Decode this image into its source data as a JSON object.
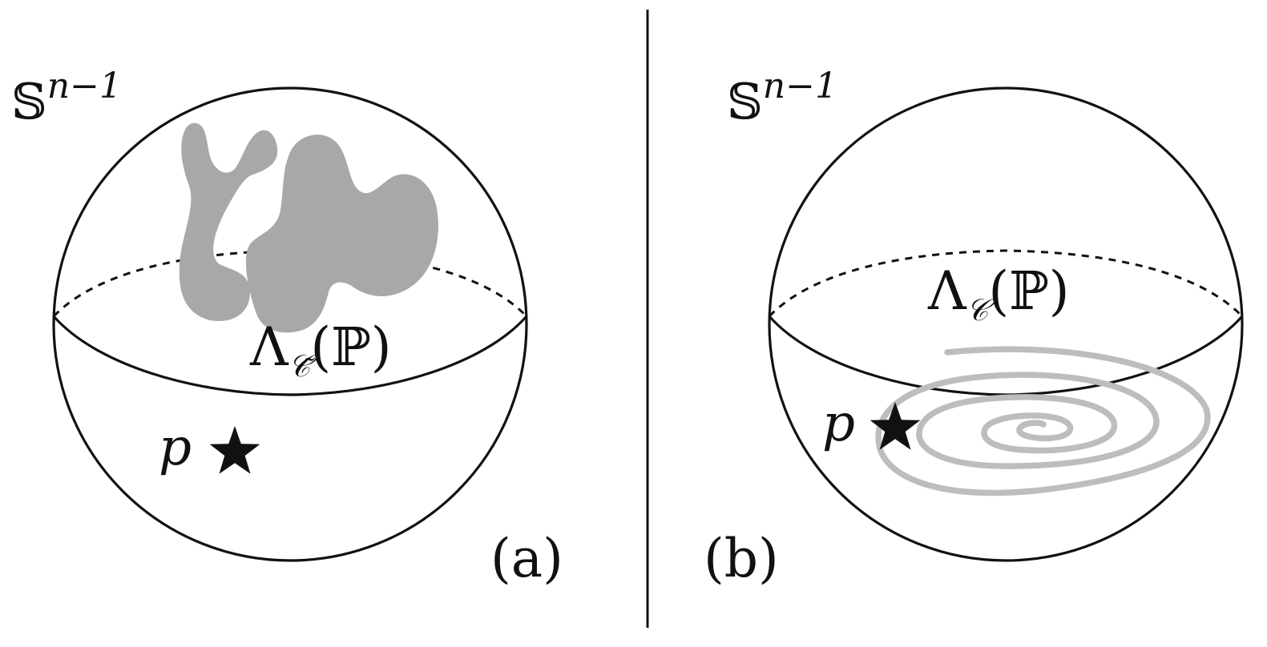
{
  "figure": {
    "panels": [
      {
        "id": "a",
        "tag": "(a)",
        "sphere_label_base": "𝕊",
        "sphere_label_exp": "n−1",
        "region_label_lambda": "Λ",
        "region_label_sub": "𝒞̃",
        "region_label_arg": "(ℙ)",
        "point_label": "p",
        "region_style": "gray-blob",
        "region_color": "#a8a8a8"
      },
      {
        "id": "b",
        "tag": "(b)",
        "sphere_label_base": "𝕊",
        "sphere_label_exp": "n−1",
        "region_label_lambda": "Λ",
        "region_label_sub": "𝒞",
        "region_label_arg": "(ℙ)",
        "point_label": "p",
        "region_style": "gray-spiral",
        "region_color": "#bdbdbd"
      }
    ],
    "point_marker_icon": "star-icon"
  }
}
